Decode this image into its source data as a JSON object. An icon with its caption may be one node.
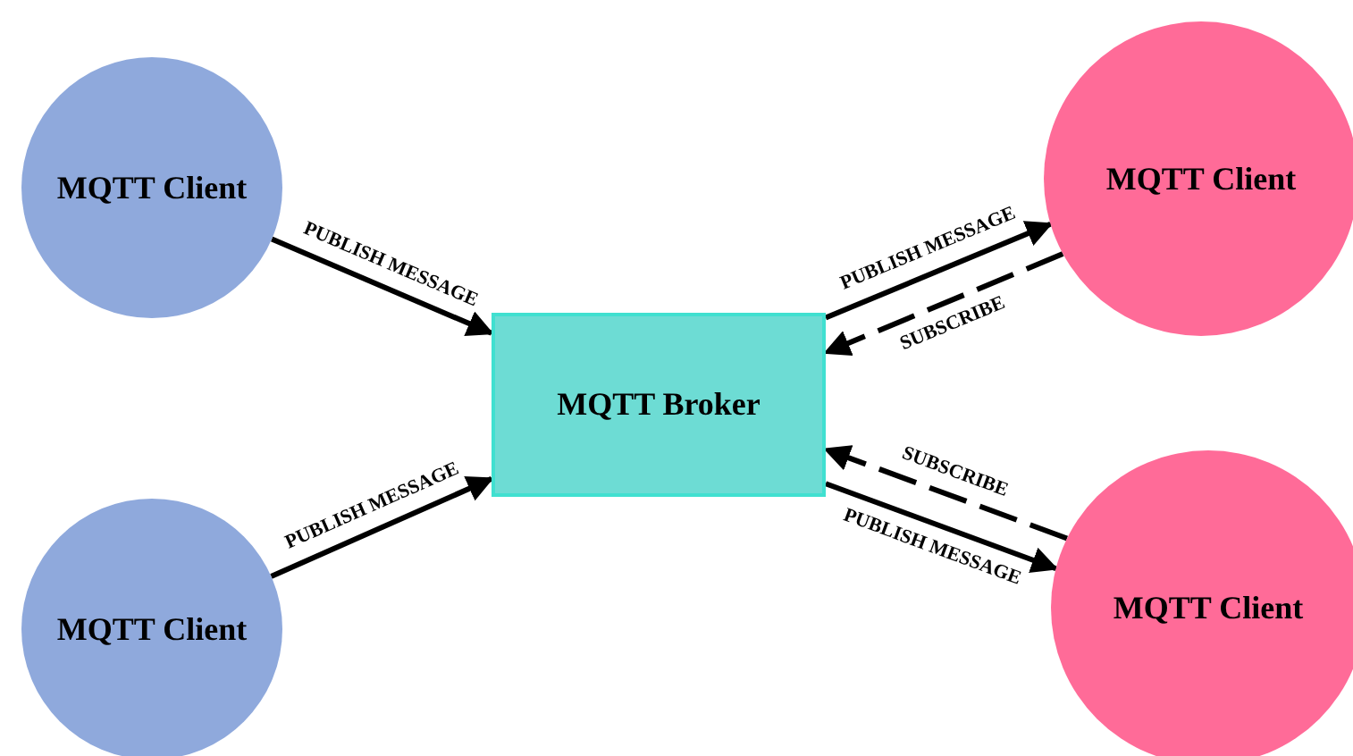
{
  "diagram": {
    "nodes": [
      {
        "text": [
          "MQTT Broker"
        ]
      },
      {
        "text": [
          "MQTT Client"
        ]
      },
      {
        "text": [
          "MQTT Client"
        ]
      },
      {
        "text": [
          "MQTT Client"
        ]
      },
      {
        "text": [
          "MQTT Client"
        ]
      }
    ],
    "edges": [
      {
        "from": 1,
        "to": 0,
        "arrow": "to",
        "label": "PUBLISH MESSAGE"
      },
      {
        "from": 2,
        "to": 0,
        "arrow": "to",
        "label": "PUBLISH MESSAGE"
      },
      {
        "from": 0,
        "to": 3,
        "arrow": "to",
        "label": "PUBLISH MESSAGE"
      },
      {
        "from": 3,
        "to": 0,
        "arrow": "to",
        "label": "SUBSCRIBE",
        "style": "dashed"
      },
      {
        "from": 4,
        "to": 0,
        "arrow": "to",
        "label": "SUBSCRIBE",
        "style": "dashed"
      },
      {
        "from": 0,
        "to": 4,
        "arrow": "to",
        "label": "PUBLISH MESSAGE"
      }
    ]
  }
}
